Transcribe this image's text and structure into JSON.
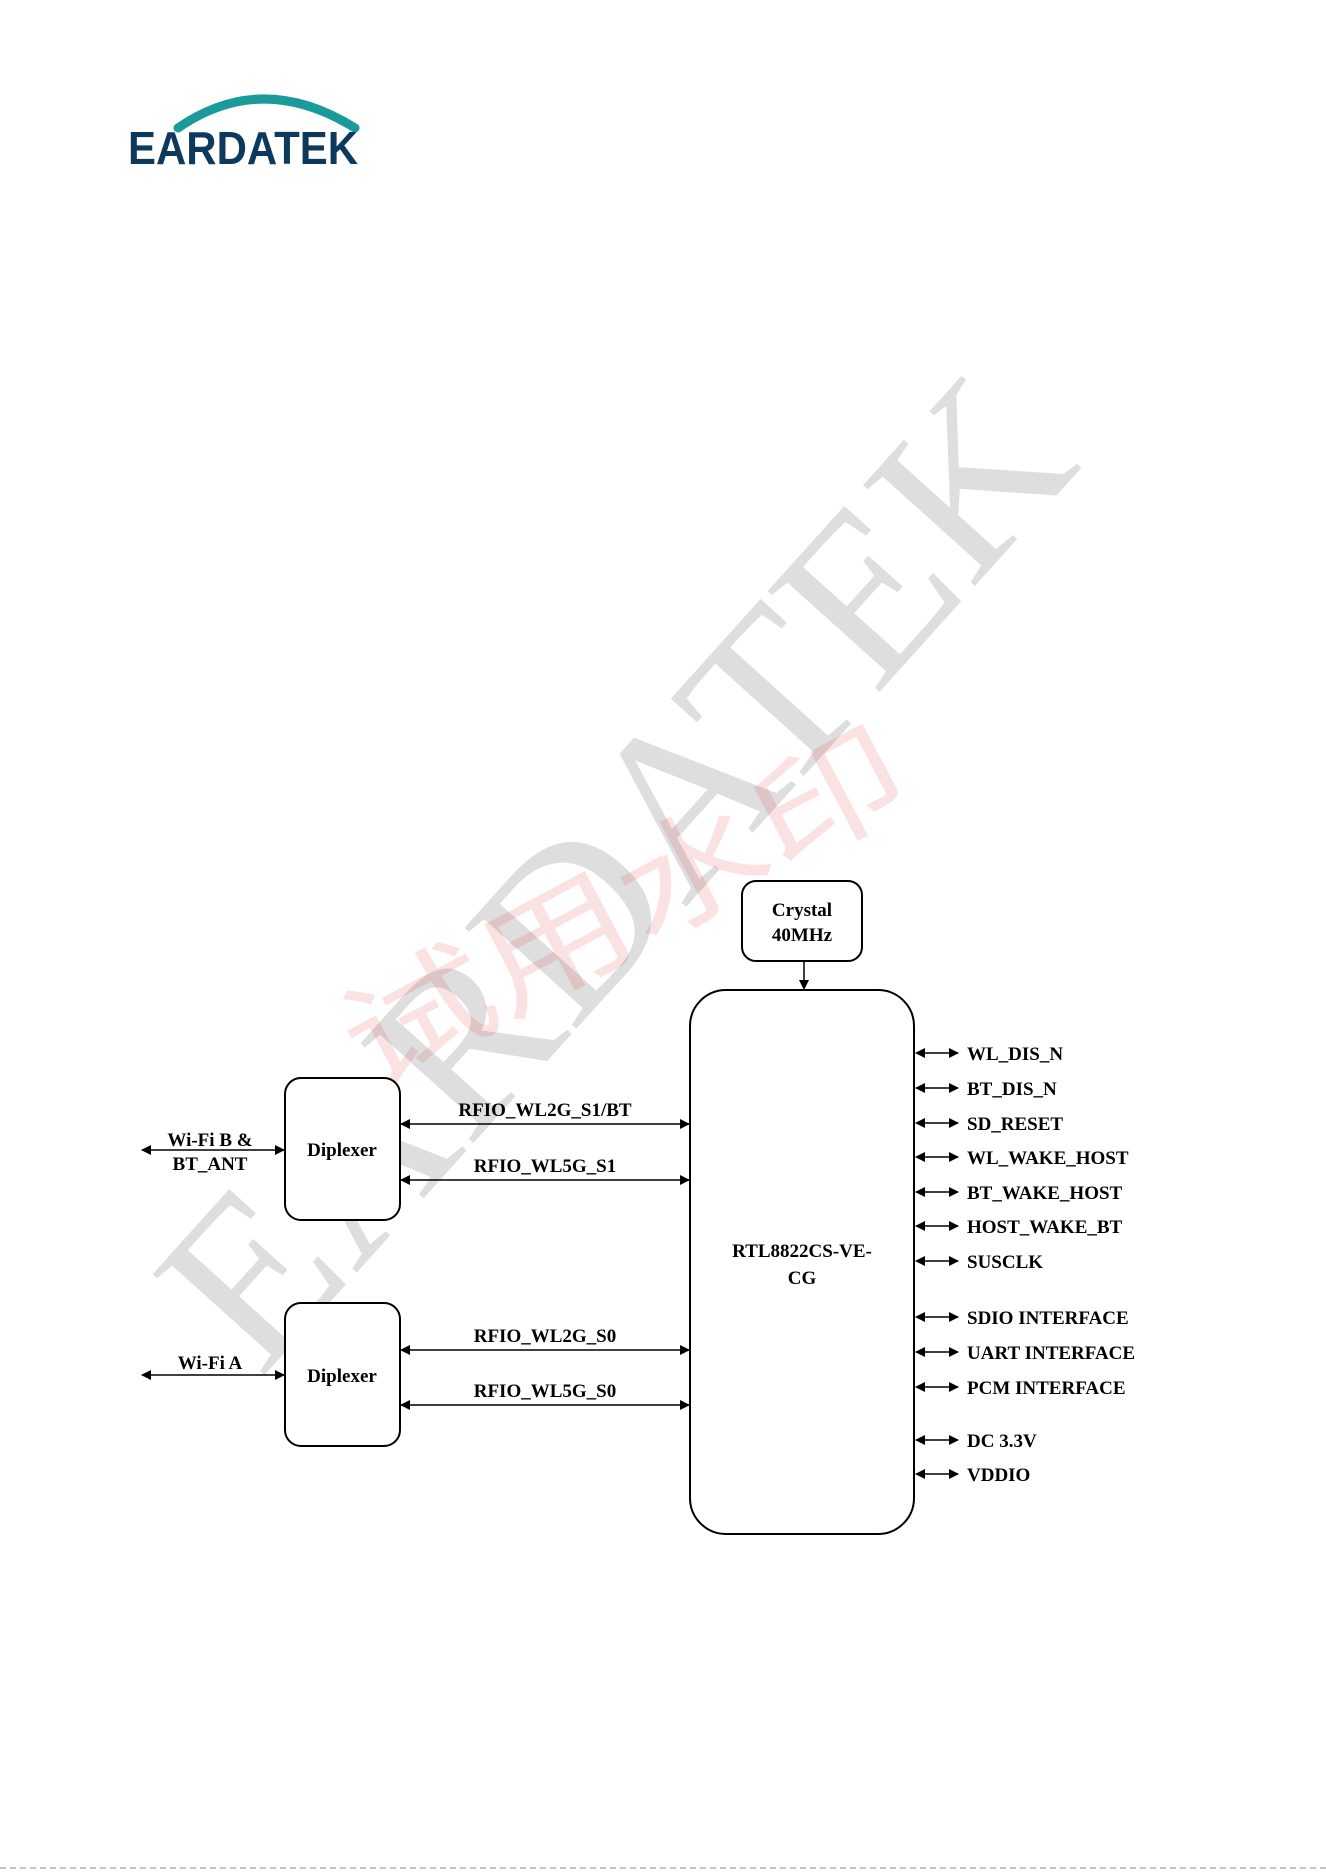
{
  "logo": {
    "text": "EARDATEK",
    "arc_color": "#1a9a9a",
    "text_color": "#0d3a5c"
  },
  "watermark": {
    "english": "EARDATEK",
    "chinese": "试用水印"
  },
  "diagram": {
    "crystal": {
      "line1": "Crystal",
      "line2": "40MHz"
    },
    "chip": {
      "line1": "RTL8822CS-VE-",
      "line2": "CG"
    },
    "diplexer_top": {
      "label": "Diplexer"
    },
    "diplexer_bottom": {
      "label": "Diplexer"
    },
    "antenna_b": {
      "line1": "Wi-Fi B &",
      "line2": "BT_ANT"
    },
    "antenna_a": {
      "label": "Wi-Fi A"
    },
    "rf_links": [
      "RFIO_WL2G_S1/BT",
      "RFIO_WL5G_S1",
      "RFIO_WL2G_S0",
      "RFIO_WL5G_S0"
    ],
    "signals": [
      "WL_DIS_N",
      "BT_DIS_N",
      "SD_RESET",
      "WL_WAKE_HOST",
      "BT_WAKE_HOST",
      "HOST_WAKE_BT",
      "SUSCLK",
      "SDIO INTERFACE",
      "UART INTERFACE",
      "PCM INTERFACE",
      "DC 3.3V",
      "VDDIO"
    ]
  }
}
